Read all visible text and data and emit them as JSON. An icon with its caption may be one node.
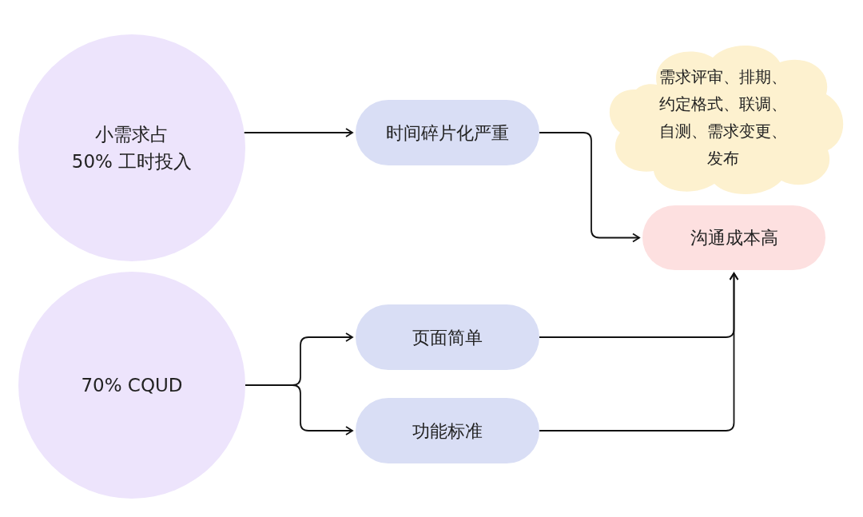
{
  "diagram": {
    "nodes": [
      {
        "text": [
          "小需求占",
          "50% 工时投入"
        ]
      },
      {
        "text": [
          "时间碎片化严重"
        ]
      },
      {
        "text": [
          "需求评审、排期、约定格式、联调、自测、需求变更、发布"
        ]
      },
      {
        "text": [
          "沟通成本高"
        ]
      },
      {
        "text": [
          "70% CQUD"
        ]
      },
      {
        "text": [
          "页面简单"
        ]
      },
      {
        "text": [
          "功能标准"
        ]
      }
    ],
    "edges": [
      {
        "from": 0,
        "to": 1,
        "arrow": "to"
      },
      {
        "from": 1,
        "to": 3,
        "arrow": "to"
      },
      {
        "from": 4,
        "to": 5,
        "arrow": "to"
      },
      {
        "from": 4,
        "to": 6,
        "arrow": "to"
      },
      {
        "from": 5,
        "to": 3,
        "arrow": "to"
      },
      {
        "from": 6,
        "to": 3,
        "arrow": "to"
      }
    ]
  }
}
